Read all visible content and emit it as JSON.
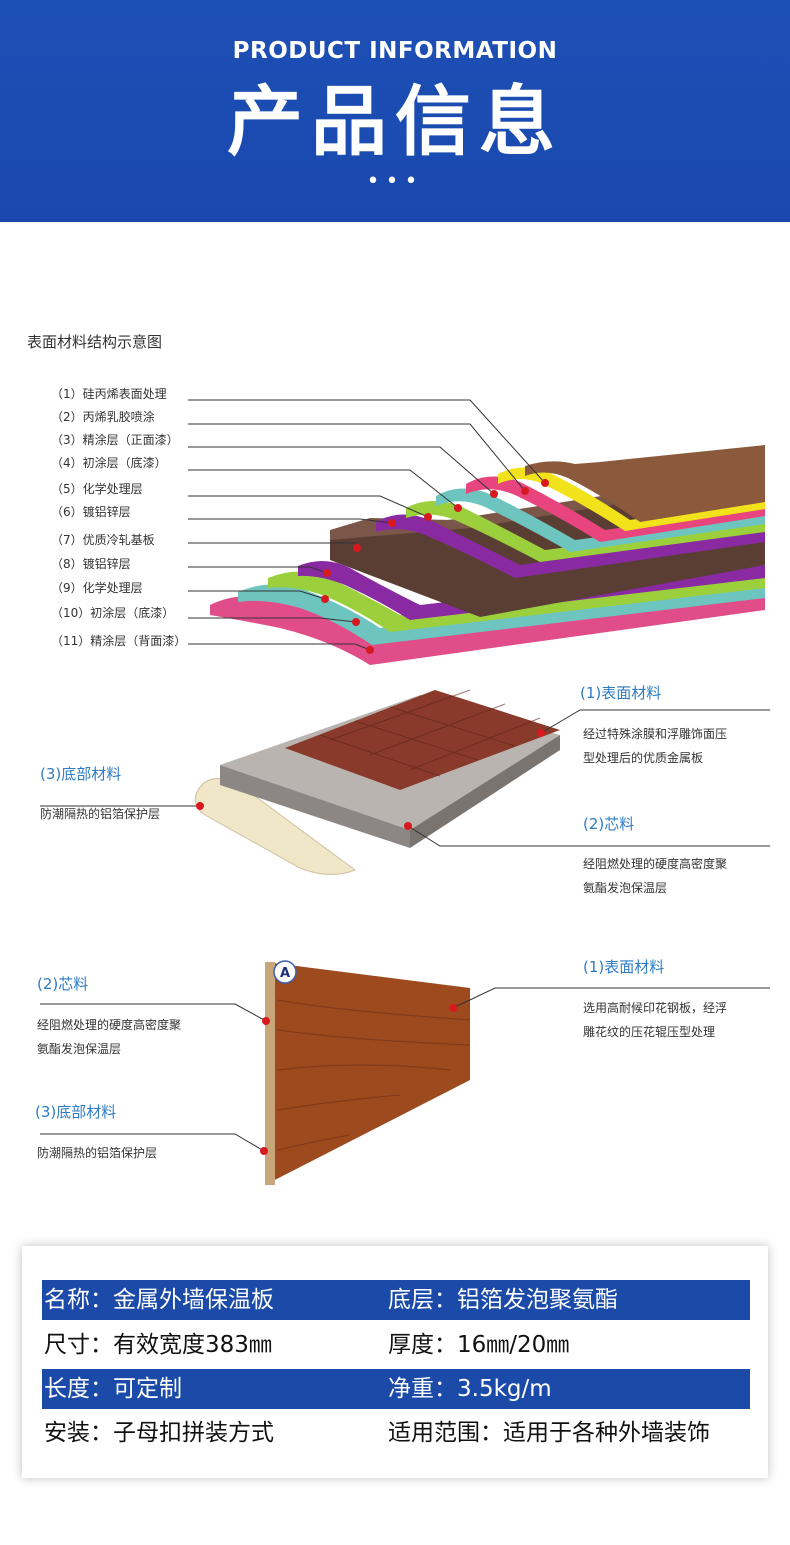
{
  "header": {
    "en_title": "PRODUCT INFORMATION",
    "cn_title": "产品信息",
    "dots": "•••"
  },
  "diagram1": {
    "title": "表面材料结构示意图",
    "layers": [
      {
        "label": "（1）硅丙烯表面处理",
        "color": "#8b5a3c"
      },
      {
        "label": "（2）丙烯乳胶喷涂",
        "color": "#f2e21c"
      },
      {
        "label": "（3）精涂层（正面漆）",
        "color": "#e8457e"
      },
      {
        "label": "（4）初涂层（底漆）",
        "color": "#6ec5c0"
      },
      {
        "label": "（5）化学处理层",
        "color": "#9bd03c"
      },
      {
        "label": "（6）镀铝锌层",
        "color": "#8a2aa3"
      },
      {
        "label": "（7）优质冷轧基板",
        "color": "#6b4a3e"
      },
      {
        "label": "（8）镀铝锌层",
        "color": "#8a2aa3"
      },
      {
        "label": "（9）化学处理层",
        "color": "#9bd03c"
      },
      {
        "label": "（10）初涂层（底漆）",
        "color": "#6ec5c0"
      },
      {
        "label": "（11）精涂层（背面漆）",
        "color": "#e04d88"
      }
    ]
  },
  "diagram2": {
    "surface": {
      "title": "(1)表面材料",
      "lines": [
        "经过特殊涂膜和浮雕饰面压",
        "型处理后的优质金属板"
      ]
    },
    "core": {
      "title": "(2)芯料",
      "lines": [
        "经阻燃处理的硬度高密度聚",
        "氨酯发泡保温层"
      ]
    },
    "bottom": {
      "title": "(3)底部材料",
      "lines": [
        "防潮隔热的铝箔保护层"
      ]
    }
  },
  "diagram3": {
    "marker": "A",
    "surface": {
      "title": "(1)表面材料",
      "lines": [
        "选用高耐候印花钢板，经浮",
        "雕花纹的压花辊压型处理"
      ]
    },
    "core": {
      "title": "(2)芯料",
      "lines": [
        "经阻燃处理的硬度高密度聚",
        "氨酯发泡保温层"
      ]
    },
    "bottom": {
      "title": "(3)底部材料",
      "lines": [
        "防潮隔热的铝箔保护层"
      ]
    }
  },
  "specs": [
    {
      "left": "名称：金属外墙保温板",
      "right": "底层：铝箔发泡聚氨酯"
    },
    {
      "left": "尺寸：有效宽度383㎜",
      "right": "厚度：16㎜/20㎜"
    },
    {
      "left": "长度：可定制",
      "right": "净重：3.5kg/m"
    },
    {
      "left": "安装：子母扣拼装方式",
      "right": "适用范围：适用于各种外墙装饰"
    }
  ],
  "colors": {
    "header_blue": "#1c4fb6",
    "row_blue": "#1b4aa8",
    "heading_blue": "#2e7cc4",
    "marker_red": "#d7191f"
  }
}
